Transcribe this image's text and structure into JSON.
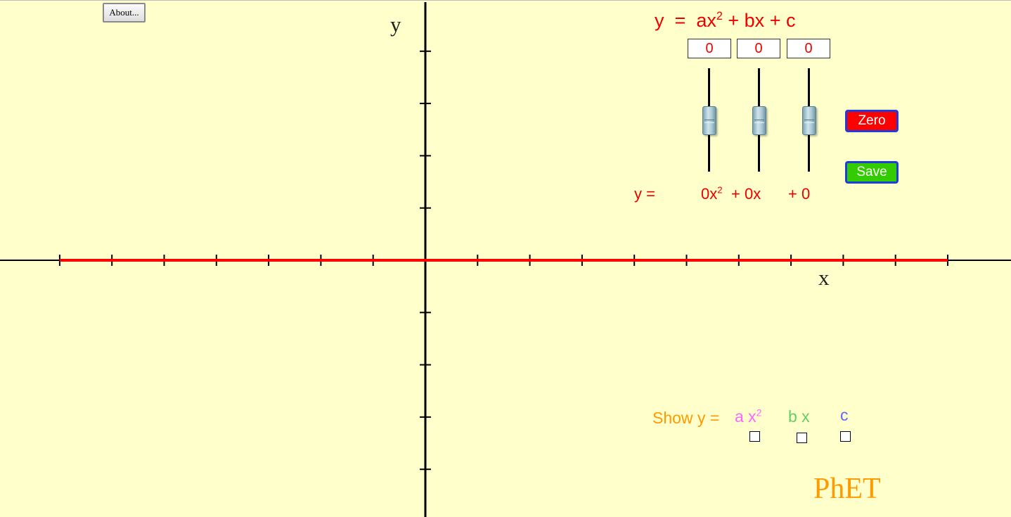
{
  "about_button": "About...",
  "axes": {
    "x_label": "x",
    "y_label": "y"
  },
  "equation_title": {
    "y": "y",
    "eq": "=",
    "a_term": "ax",
    "exp": "2",
    "b_term": "+ bx",
    "c_term": "+ c"
  },
  "coefficients": {
    "a": "0",
    "b": "0",
    "c": "0"
  },
  "buttons": {
    "zero": "Zero",
    "save": "Save"
  },
  "result": {
    "prefix": "y =",
    "a_value": "0x",
    "exp": "2",
    "b_value": "+ 0x",
    "c_value": "+ 0"
  },
  "show": {
    "label": "Show y =",
    "a_term": "a x",
    "exp": "2",
    "b_term": "b x",
    "c_term": "c"
  },
  "logo": "PhET",
  "colors": {
    "background": "#ffffcc",
    "curve": "#ff0000",
    "show_label": "#ff9900",
    "a_term": "#ff66ff",
    "b_term": "#66cc66",
    "c_term": "#6666ff"
  }
}
